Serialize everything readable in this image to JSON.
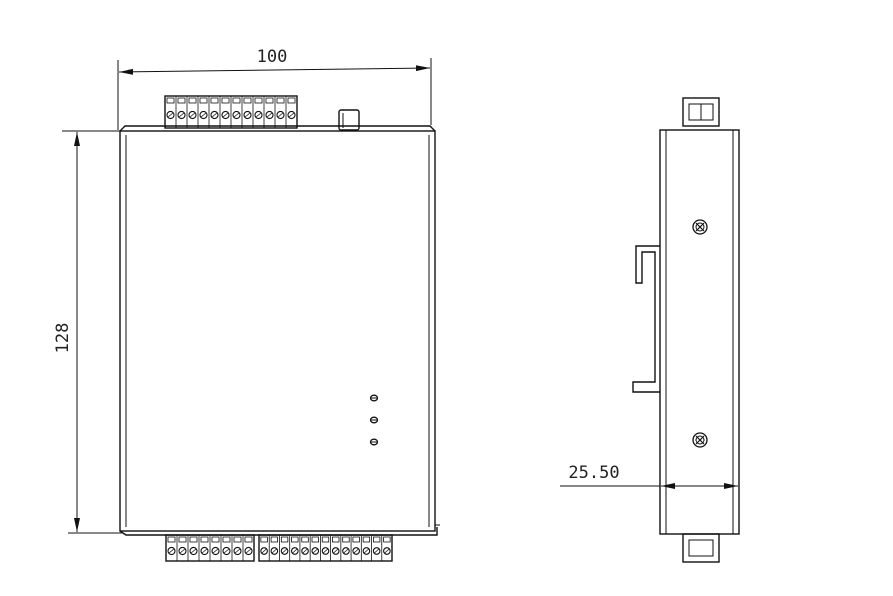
{
  "drawing": {
    "front_view": {
      "width_label": "100",
      "height_label": "128",
      "top_terminal_count": 12,
      "bottom_left_terminal_count": 8,
      "bottom_right_terminal_count": 13,
      "led_count": 3
    },
    "side_view": {
      "depth_label": "25.50",
      "screw_count": 2
    }
  }
}
